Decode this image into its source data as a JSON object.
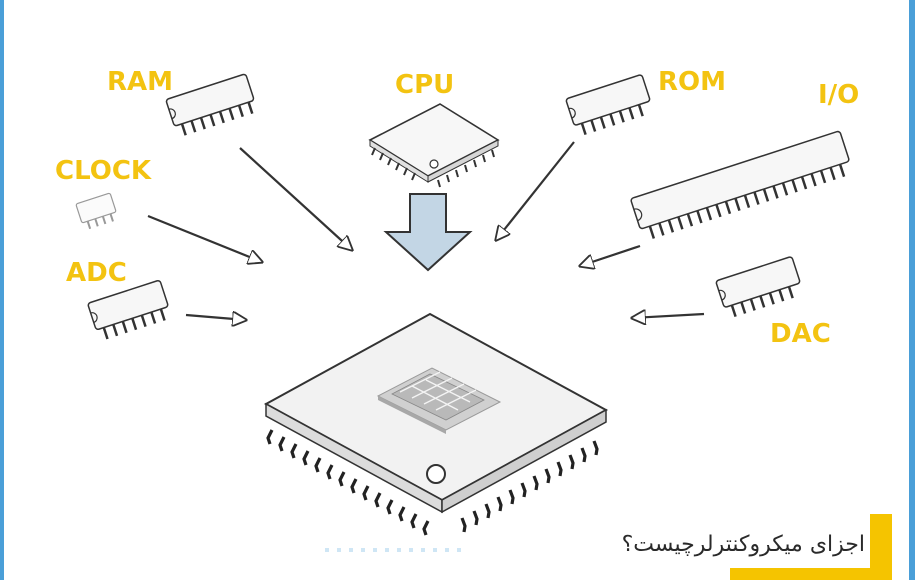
{
  "labels": {
    "ram": "RAM",
    "cpu": "CPU",
    "rom": "ROM",
    "io": "I/O",
    "clock": "CLOCK",
    "adc": "ADC",
    "dac": "DAC"
  },
  "caption": "اجزای میکروکنترلرچیست؟",
  "colors": {
    "label": "#f3c311",
    "frame": "#4a9fd8",
    "cpu_arrow": "#c3d6e5",
    "caption_accent": "#f5c400",
    "chip_outline": "#333333"
  },
  "icons": [
    "chip-icon",
    "arrow-icon",
    "die-icon"
  ]
}
